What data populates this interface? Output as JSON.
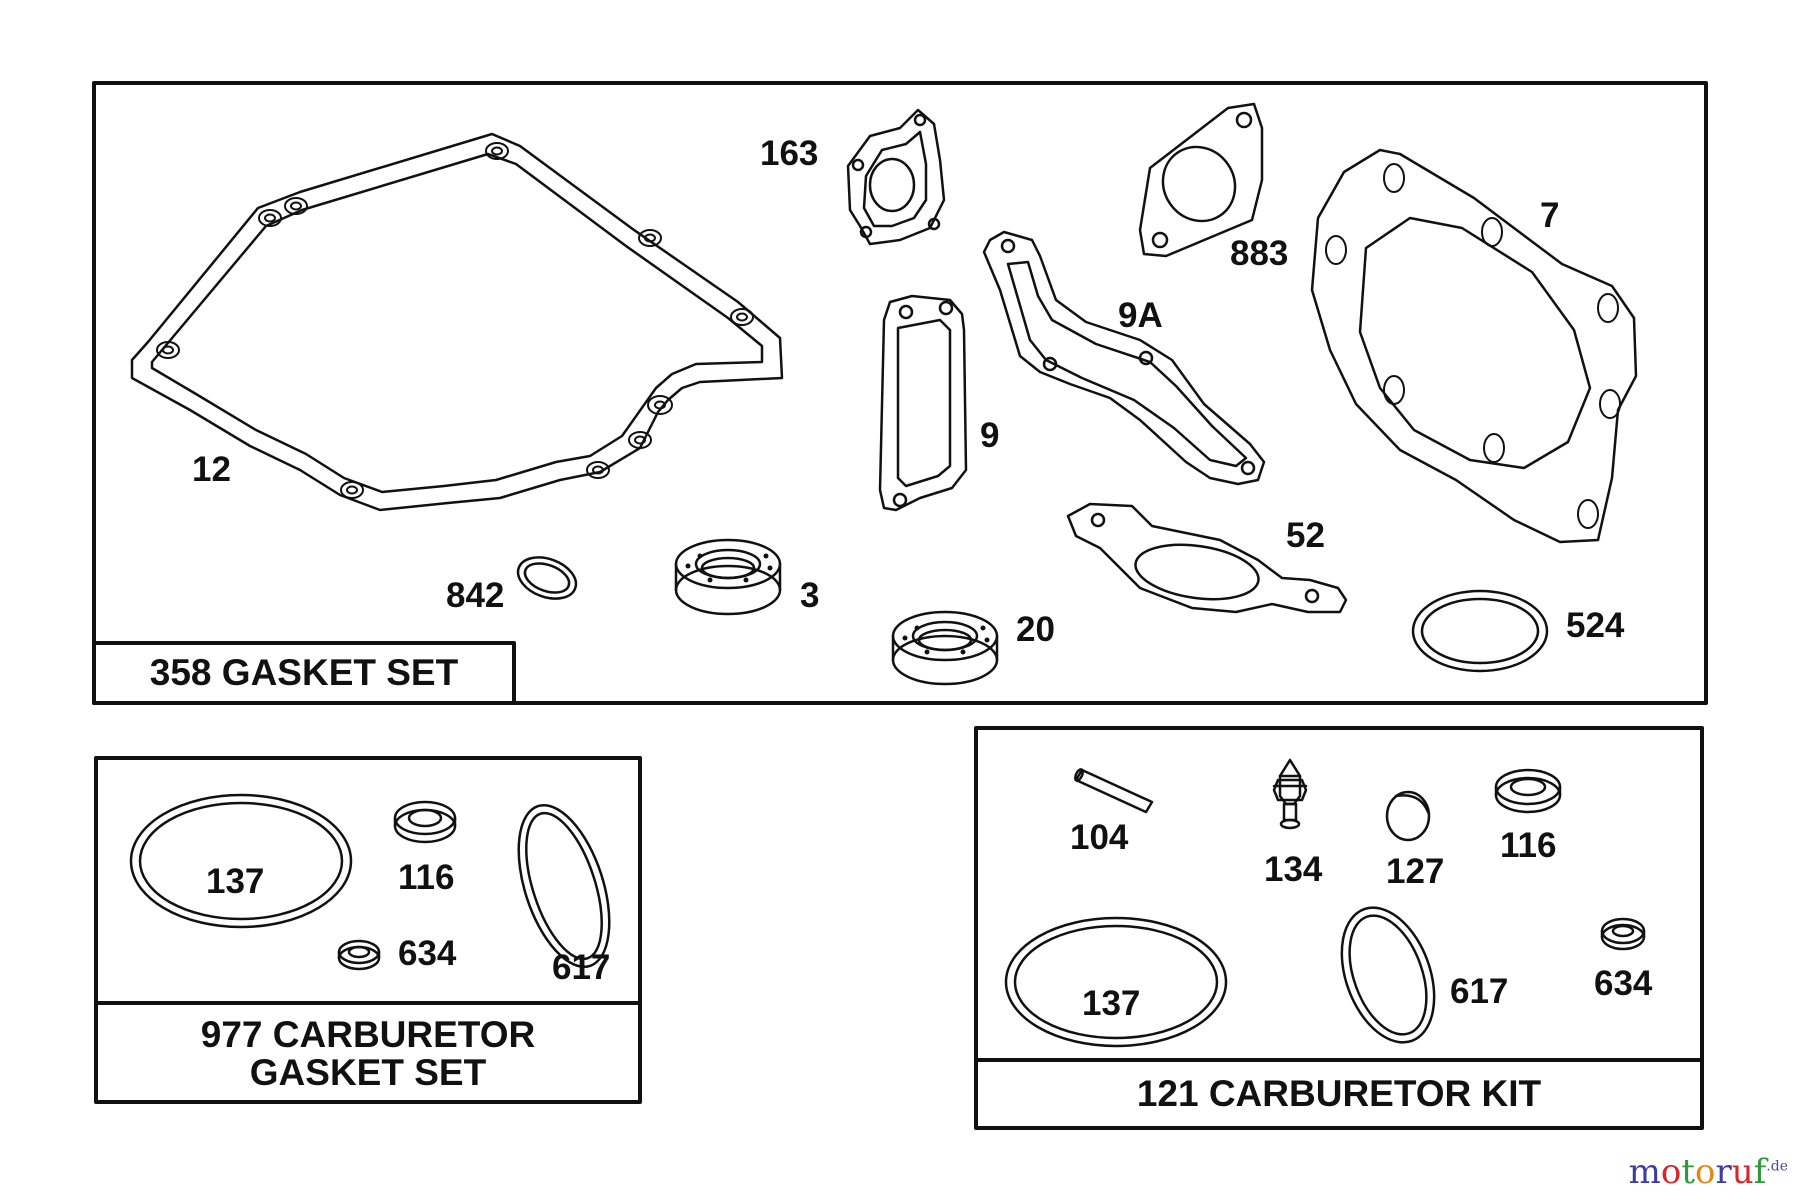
{
  "panels": {
    "gasket_set": {
      "title": "358 GASKET SET",
      "labels": {
        "p12": "12",
        "p163": "163",
        "p883": "883",
        "p7": "7",
        "p9a": "9A",
        "p9": "9",
        "p52": "52",
        "p842": "842",
        "p3": "3",
        "p20": "20",
        "p524": "524"
      }
    },
    "carb_gasket_set": {
      "title_line1": "977 CARBURETOR",
      "title_line2": "GASKET SET",
      "labels": {
        "p137": "137",
        "p116": "116",
        "p634": "634",
        "p617": "617"
      }
    },
    "carb_kit": {
      "title": "121 CARBURETOR KIT",
      "labels": {
        "p104": "104",
        "p134": "134",
        "p127": "127",
        "p116": "116",
        "p137": "137",
        "p617": "617",
        "p634": "634"
      }
    }
  },
  "watermark": {
    "text": "motoruf",
    "suffix": ".de",
    "colors": [
      "#3d3d9e",
      "#d7262b",
      "#2b9b3a",
      "#e08a16",
      "#3d3d9e",
      "#d7262b",
      "#2b9b3a"
    ]
  }
}
